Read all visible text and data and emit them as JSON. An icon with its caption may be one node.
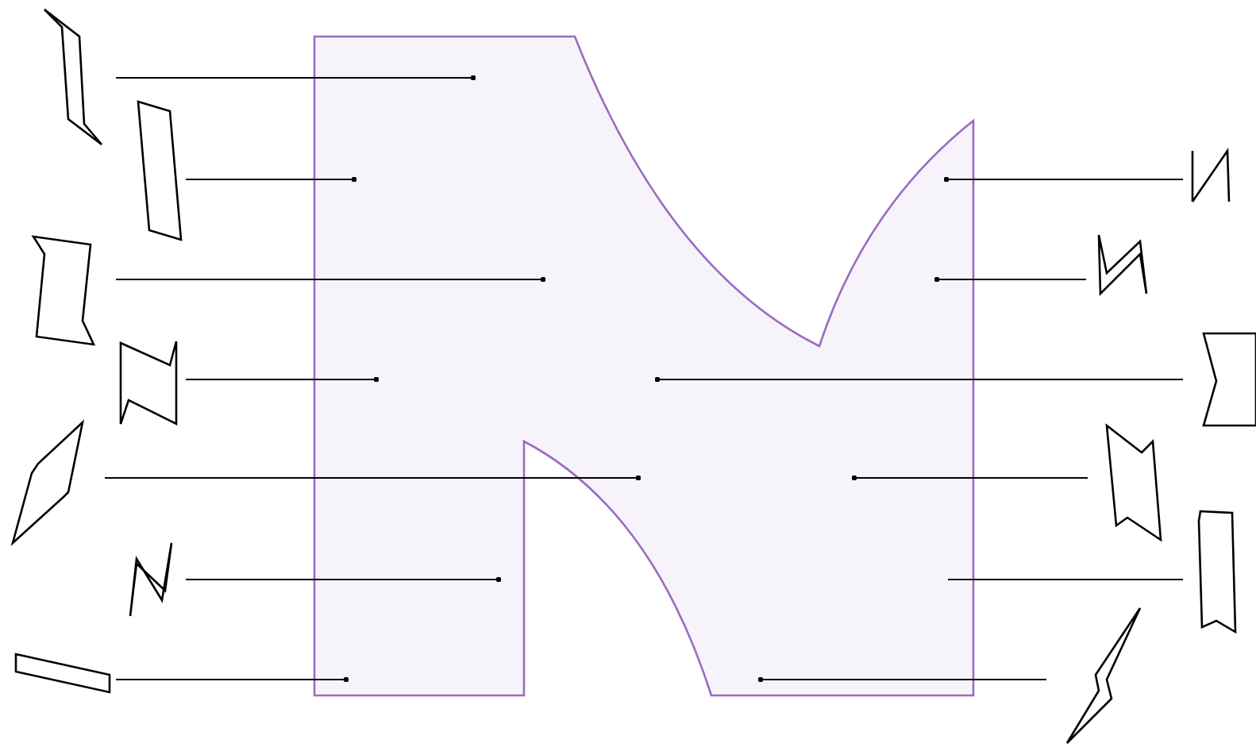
{
  "diagram": {
    "nodes": [
      {
        "text": [],
        "shape": "picture"
      },
      {
        "text": [],
        "shape": "box"
      },
      {
        "text": [],
        "shape": "box"
      },
      {
        "text": [],
        "shape": "box"
      },
      {
        "text": [],
        "shape": "box"
      },
      {
        "text": [],
        "shape": "box"
      },
      {
        "text": [],
        "shape": "box"
      },
      {
        "text": [],
        "shape": "box"
      },
      {
        "text": [],
        "shape": "box"
      },
      {
        "text": [],
        "shape": "box"
      },
      {
        "text": [],
        "shape": "box"
      },
      {
        "text": [],
        "shape": "box"
      },
      {
        "text": [],
        "shape": "box"
      },
      {
        "text": [],
        "shape": "box"
      }
    ],
    "edges": [
      {
        "from": 1,
        "to": 0,
        "arrow": "other"
      },
      {
        "from": 2,
        "to": 0,
        "arrow": "other"
      },
      {
        "from": 3,
        "to": 0,
        "arrow": "other"
      },
      {
        "from": 4,
        "to": 0,
        "arrow": "other"
      },
      {
        "from": 5,
        "to": 0,
        "arrow": "other"
      },
      {
        "from": 6,
        "to": 0,
        "arrow": "other"
      },
      {
        "from": 7,
        "to": 0,
        "arrow": "other"
      },
      {
        "from": 8,
        "to": 0,
        "arrow": "other"
      },
      {
        "from": 9,
        "to": 0,
        "arrow": "other"
      },
      {
        "from": 10,
        "to": 0,
        "arrow": "other"
      },
      {
        "from": 11,
        "to": 0,
        "arrow": "other"
      },
      {
        "from": 12,
        "to": 0,
        "arrow": "none"
      },
      {
        "from": 13,
        "to": 0,
        "arrow": "other"
      }
    ]
  }
}
